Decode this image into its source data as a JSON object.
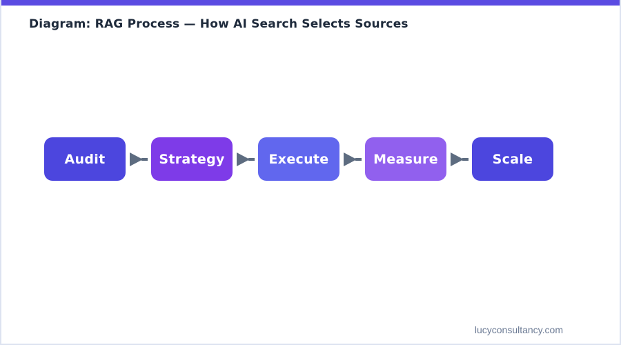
{
  "page": {
    "title": "Diagram: RAG Process — How AI Search Selects Sources",
    "footer": "lucyconsultancy.com"
  },
  "theme": {
    "top_bar_color": "#5b4be2",
    "border_color": "#dde3f0",
    "title_color": "#1e2a3b",
    "footer_color": "#6b7a94",
    "arrow_color": "#5d6c80",
    "background": "#ffffff"
  },
  "diagram": {
    "steps": [
      {
        "label": "Audit",
        "color": "#4c46de"
      },
      {
        "label": "Strategy",
        "color": "#7e3be8"
      },
      {
        "label": "Execute",
        "color": "#6167ee"
      },
      {
        "label": "Measure",
        "color": "#9160ee"
      },
      {
        "label": "Scale",
        "color": "#4c46de"
      }
    ],
    "arrow_icon": "right-arrowhead"
  }
}
